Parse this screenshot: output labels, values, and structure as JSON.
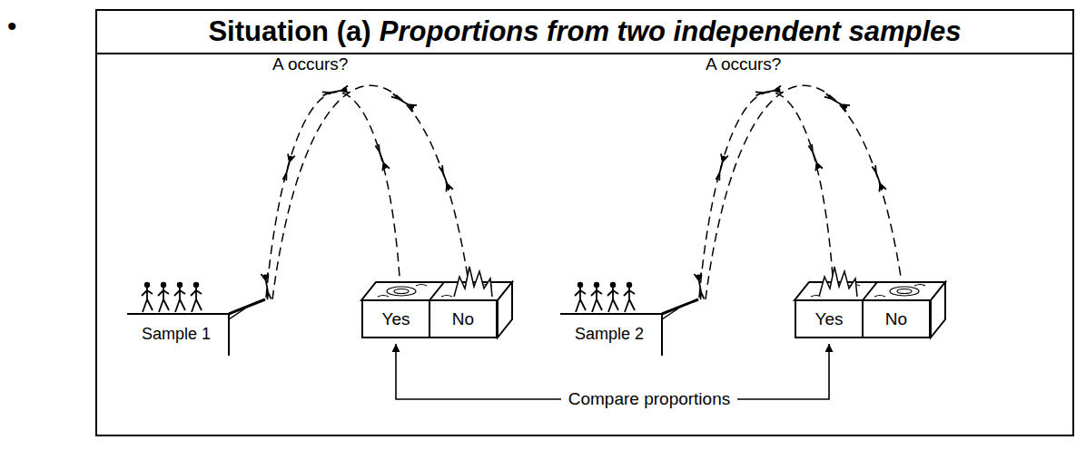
{
  "diagram": {
    "nodes": [
      {
        "text": [
          "Situation (a)",
          "Proportions from two independent samples"
        ]
      },
      {
        "text": [
          "Yes"
        ],
        "in": 0
      },
      {
        "text": [
          "No"
        ],
        "in": 0
      },
      {
        "text": [
          "Yes"
        ],
        "in": 0
      },
      {
        "text": [
          "No"
        ],
        "in": 0
      }
    ],
    "edges": [
      {
        "from": 1,
        "to": 3,
        "arrow": "both",
        "label": "Compare proportions"
      }
    ],
    "labels": [
      "•",
      "A occurs?",
      "Sample 1",
      "A occurs?",
      "Sample 2"
    ]
  }
}
